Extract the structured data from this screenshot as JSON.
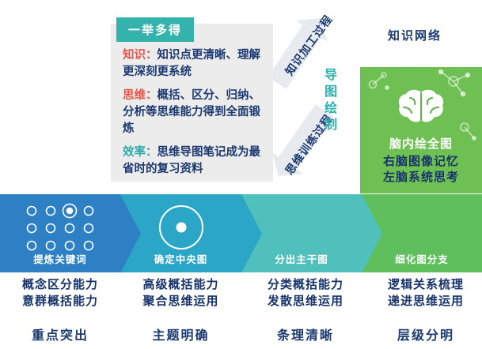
{
  "colors": {
    "navy_text": "#1d3a70",
    "red_label": "#e8544b",
    "teal_label": "#2fa8a8",
    "teal_accent": "#2fb0ae",
    "gray_box_bg": "#ececec",
    "green_box_bg": "#6fc053",
    "step_blue": "#2e80c4",
    "step_cyan": "#2ba6c7",
    "step_teal": "#4fc0bc",
    "step_green": "#5ebf5c",
    "arrow_gray": "#e7ebef"
  },
  "benefits_box": {
    "tag": "一举多得",
    "items": [
      {
        "label": "知识：",
        "text": "知识点更清晰、理解更深刻更系统"
      },
      {
        "label": "思维：",
        "text": "概括、区分、归纳、分析等思维能力得到全面锻炼"
      },
      {
        "label": "效率：",
        "text": "思维导图笔记成为最省时的复习资料"
      }
    ]
  },
  "cycle": {
    "up_label": "知识加工过程",
    "down_label": "思维训练过程",
    "draw_label": "导图绘制",
    "network_label": "知识网络"
  },
  "brain_panel": {
    "title": "脑内绘全图",
    "right_brain": "右脑图像记忆",
    "left_brain": "左脑系统思考"
  },
  "steps": [
    {
      "label": "提炼关键词",
      "skill1": "概念区分能力",
      "skill2": "意群概括能力",
      "caption": "重点突出",
      "color": "#2e80c4",
      "icon": "keyword-grid-icon"
    },
    {
      "label": "确定中央图",
      "skill1": "高级概括能力",
      "skill2": "聚合思维运用",
      "caption": "主题明确",
      "color": "#2ba6c7",
      "icon": "central-image-icon"
    },
    {
      "label": "分出主干图",
      "skill1": "分类概括能力",
      "skill2": "发散思维运用",
      "caption": "条理清晰",
      "color": "#4fc0bc",
      "icon": ""
    },
    {
      "label": "细化图分支",
      "skill1": "逻辑关系梳理",
      "skill2": "递进思维运用",
      "caption": "层级分明",
      "color": "#5ebf5c",
      "icon": ""
    }
  ]
}
